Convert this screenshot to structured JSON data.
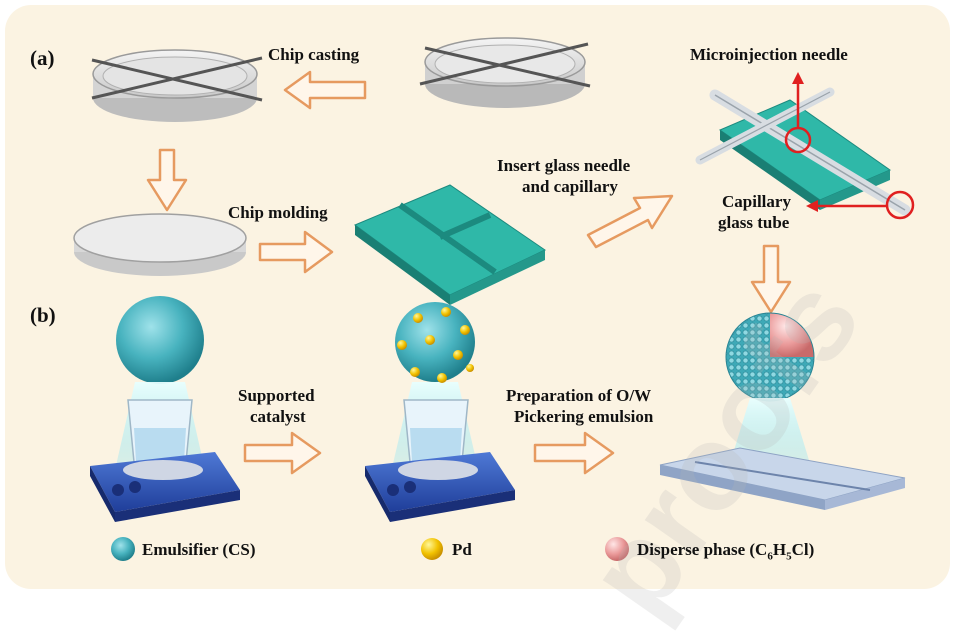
{
  "panels": {
    "a": "(a)",
    "b": "(b)"
  },
  "labels": {
    "chip_casting": "Chip casting",
    "chip_molding": "Chip molding",
    "insert_needle_1": "Insert glass needle",
    "insert_needle_2": "and capillary",
    "microinjection_needle": "Microinjection needle",
    "capillary_1": "Capillary",
    "capillary_2": "glass tube",
    "supported_1": "Supported",
    "supported_2": "catalyst",
    "prep_1": "Preparation of  O/W",
    "prep_2": "Pickering emulsion"
  },
  "legend": {
    "emulsifier": "Emulsifier (CS)",
    "pd": "Pd",
    "disperse_prefix": "Disperse phase (C",
    "sub1": "6",
    "mid1": "H",
    "sub2": "5",
    "suffix": "Cl)"
  },
  "watermark": "proofs",
  "colors": {
    "background": "#fbf3e2",
    "arrow_stroke": "#e69a60",
    "chip": "#2fb8a8",
    "sphere": "#4fb8c2",
    "pd": "#f2c200",
    "disperse": "#e98f8f",
    "pointer": "#e02020"
  }
}
